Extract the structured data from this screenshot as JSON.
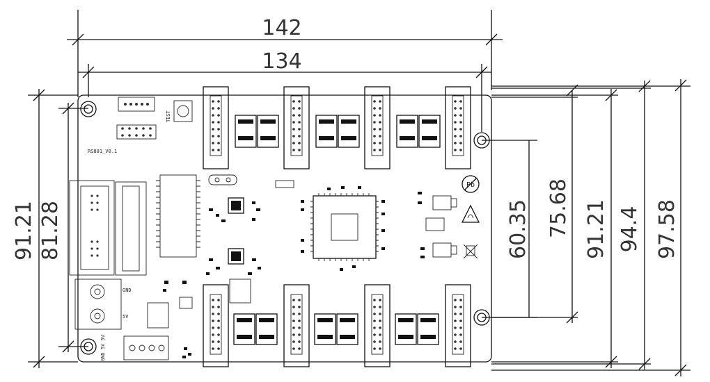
{
  "dimensions": {
    "width_outer": "142",
    "width_inner": "134",
    "height_a": "91.21",
    "height_b": "81.28",
    "right_1": "60.35",
    "right_2": "75.68",
    "right_3": "91.21",
    "right_4": "94.4",
    "right_5": "97.58"
  },
  "board_labels": {
    "model": "RS801_V0.1",
    "test": "TEST",
    "gnd": "GND",
    "v5": "5V",
    "pb": "Pb",
    "bottom_pins": "GND 5V 5V"
  },
  "icons": {
    "lead_free": "pb-free-icon",
    "esd": "esd-warning-icon",
    "weee": "weee-bin-icon"
  }
}
